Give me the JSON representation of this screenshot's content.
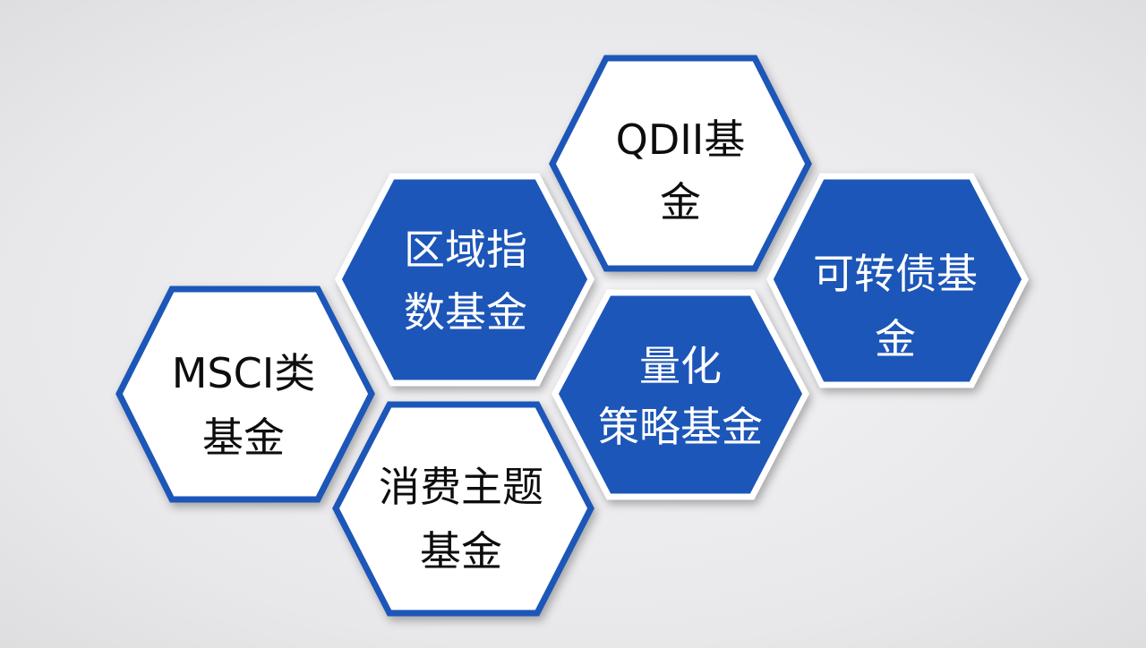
{
  "diagram": {
    "colors": {
      "blue": "#1f56b8",
      "white": "#ffffff",
      "background": "#ececee"
    },
    "hexagons": [
      {
        "id": "qdii",
        "style": "white",
        "lines": [
          "QDII基",
          "金"
        ]
      },
      {
        "id": "regional-index",
        "style": "blue",
        "lines": [
          "区域指",
          "数基金"
        ]
      },
      {
        "id": "convertible-bond",
        "style": "blue",
        "lines": [
          "可转债基",
          "金"
        ]
      },
      {
        "id": "quant-strategy",
        "style": "blue",
        "lines": [
          "量化",
          "策略基金"
        ]
      },
      {
        "id": "msci",
        "style": "white",
        "lines": [
          "MSCI类",
          "基金"
        ]
      },
      {
        "id": "consumer-theme",
        "style": "white",
        "lines": [
          "消费主题",
          "基金"
        ]
      }
    ]
  }
}
